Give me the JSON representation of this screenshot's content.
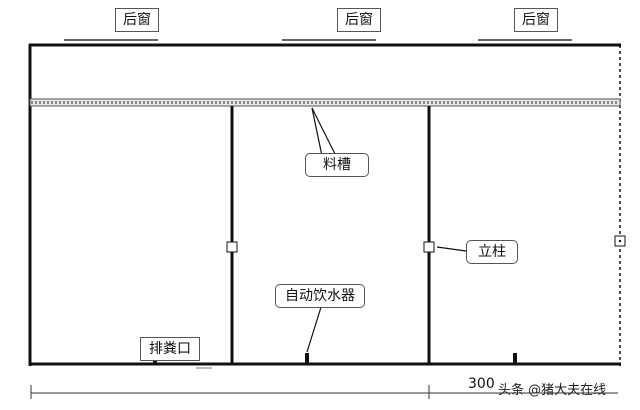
{
  "labels": {
    "rear_window": "后窗",
    "trough": "料槽",
    "column": "立柱",
    "drinker": "自动饮水器",
    "drain": "排粪口",
    "dimension": "300"
  },
  "watermark": {
    "source": "头条",
    "account": "@猪大夫在线"
  },
  "colors": {
    "line": "#111111",
    "trough_fill": "#e8e8e8"
  }
}
